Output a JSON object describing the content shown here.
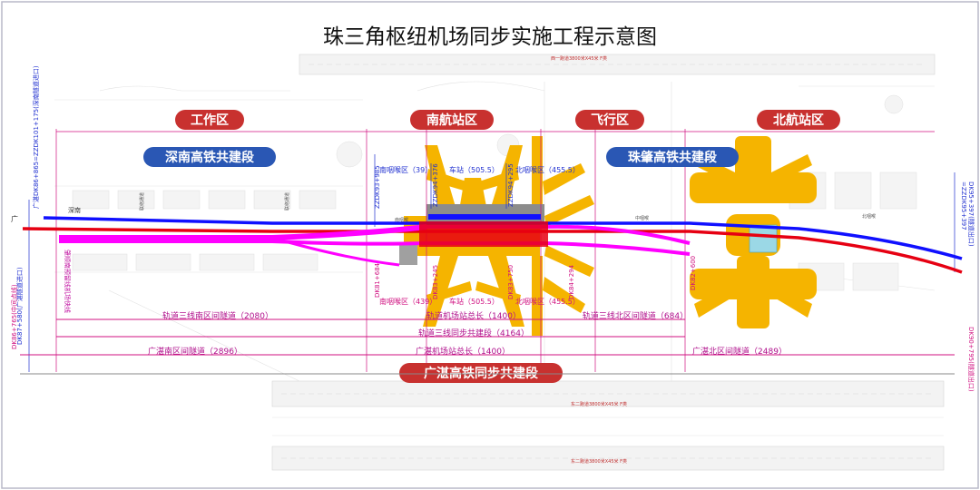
{
  "title": "珠三角枢纽机场同步实施工程示意图",
  "runways": {
    "north": "西一跑道3800米X45米 F类",
    "south1": "东二跑道3800米X45米 F类",
    "south2": "东二跑道3800米X45米 F类"
  },
  "zones": {
    "work": "工作区",
    "south_terminal": "南航站区",
    "flight": "飞行区",
    "north_terminal": "北航站区"
  },
  "segments": {
    "shennan": "深南高铁共建段",
    "zhuzhao": "珠肇高铁共建段",
    "guangzhan": "广湛高铁同步共建段"
  },
  "labels": {
    "guang": "广",
    "shennan_small": "深南",
    "south_throat": "南咽喉区（39）",
    "station_top": "车站（505.5）",
    "north_throat_top": "北咽喉区（455.5）",
    "south_throat_bottom": "南咽喉区（439）",
    "station_bottom": "车站（505.5）",
    "north_throat_bottom": "北咽喉区（455.5）",
    "line_list": "肇顺南预留线机场快线",
    "nanyan": "南咽喉",
    "zhongyan": "中咽喉",
    "beiyan": "北咽喉",
    "liansuo1": "联络通道",
    "liansuo2": "联络通道"
  },
  "chainages": {
    "left_top": "广湛DK86+865=ZZDK101+175(深南隧道进口)",
    "left_bottom1": "DK87+580(广湛隧道进口)",
    "left_bottom2": "DK86+765(中间点线)",
    "right_top": "=ZZDK95+397",
    "right_mid": "DK95+397(隧道出口)",
    "right_bottom": "DK90+795(隧道出口)",
    "dk_a": "DK81+684",
    "dk_b": "DK83+245",
    "dk_c": "DK83+750",
    "dk_d": "DK84+294",
    "dk_e": "DK82+600",
    "zz_a": "ZZDK93+985",
    "zz_b": "ZZDK94+376",
    "zz_c": "ZZDK94+295"
  },
  "dims": {
    "metro_south": "轨道三线南区间隧道（2080）",
    "metro_station": "轨道机场站总长（1400）",
    "metro_north": "轨道三线北区间隧道（684）",
    "metro_sync": "轨道三线同步共建段（4164）",
    "gz_south": "广湛南区间隧道（2896）",
    "gz_station": "广湛机场站总长（1400）",
    "gz_north": "广湛北区间隧道（2489）"
  },
  "colors": {
    "red_pill": "#c8312f",
    "blue_pill": "#2a57b4",
    "rail_blue": "#1010ff",
    "rail_red": "#e60012",
    "rail_magenta": "#ff00ff",
    "terminal": "#f5b400",
    "dim_line": "#d01080"
  }
}
